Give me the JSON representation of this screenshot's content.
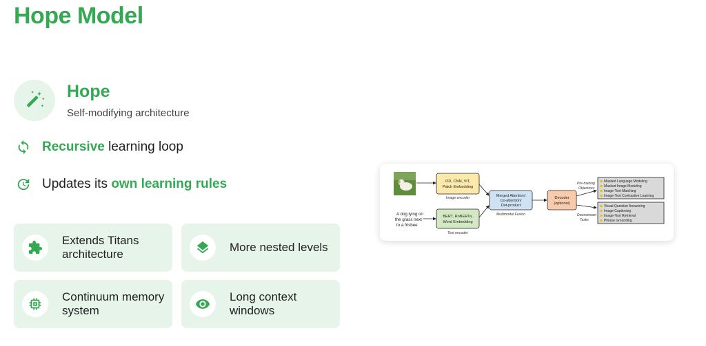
{
  "page": {
    "title": "Hope Model"
  },
  "hero": {
    "title": "Hope",
    "subtitle": "Self-modifying architecture",
    "icon": "magic-wand-icon"
  },
  "features": [
    {
      "highlight": "Recursive",
      "text": " learning loop",
      "icon": "sync-icon"
    },
    {
      "prefix": "Updates its ",
      "highlight": "own learning rules",
      "icon": "update-icon"
    }
  ],
  "cards": [
    {
      "line1": "Extends Titans",
      "line2": "architecture",
      "icon": "puzzle-icon"
    },
    {
      "line1": "More nested levels",
      "line2": "",
      "icon": "layers-icon"
    },
    {
      "line1": "Continuum memory",
      "line2": "system",
      "icon": "chip-icon"
    },
    {
      "line1": "Long context",
      "line2": "windows",
      "icon": "eye-icon"
    }
  ],
  "colors": {
    "accent": "#34a853",
    "card_bg": "#e6f4ea"
  },
  "diagram": {
    "image_encoder": {
      "line1": "OD, CNN, ViT,",
      "line2": "Patch Embedding",
      "caption": "Image encoder"
    },
    "text_input": {
      "line1": "A dog lying on",
      "line2": "the grass next",
      "line3": "to a frisbee"
    },
    "text_encoder": {
      "line1": "BERT, RoBERTa,",
      "line2": "Word Embedding",
      "caption": "Text encoder"
    },
    "fusion": {
      "line1": "Merged Attention/",
      "line2": "Co-attention/",
      "line3": "Dot-product",
      "caption": "Multimodal Fusion"
    },
    "decoder": {
      "line1": "Decoder",
      "line2": "(optional)"
    },
    "pretraining": {
      "label1": "Pre-training",
      "label2": "Objectives",
      "items": [
        "Masked Language Modeling",
        "Masked Image Modeling",
        "Image-Text Matching",
        "Image-Text Contrastive Learning"
      ]
    },
    "downstream": {
      "label1": "Downstream",
      "label2": "Tasks",
      "items": [
        "Visual Question Answering",
        "Image Captioning",
        "Image-Text Retrieval",
        "Phrase Grounding"
      ]
    }
  }
}
